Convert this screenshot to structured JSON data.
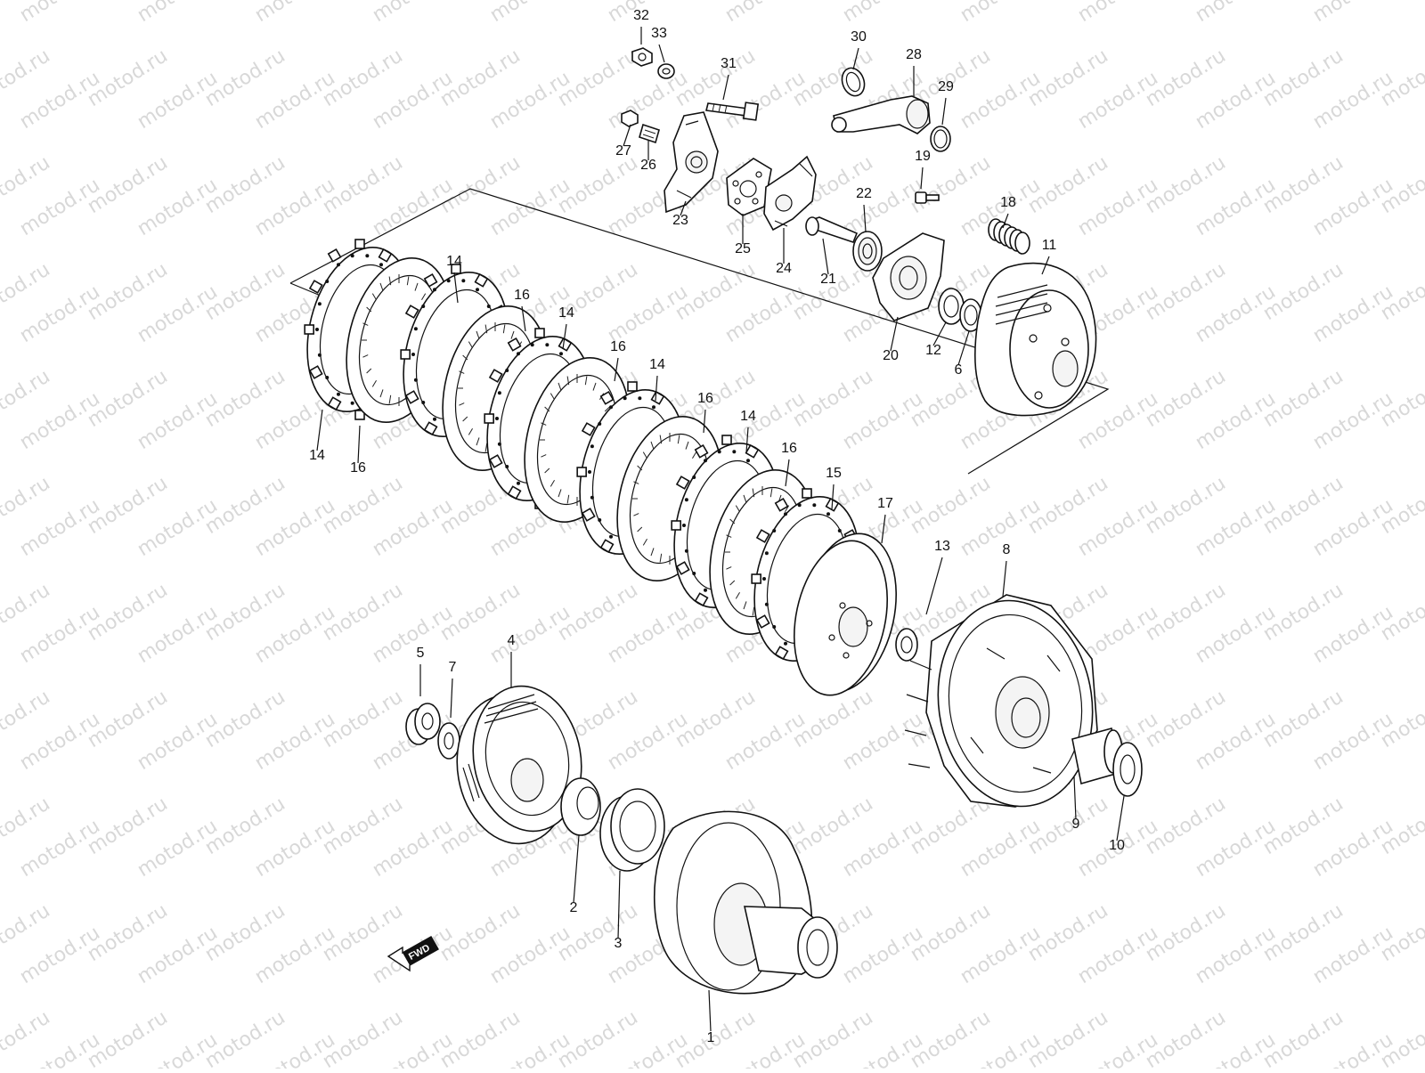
{
  "watermark": "motod.ru",
  "fwd_label": "FWD",
  "callouts": [
    "1",
    "2",
    "3",
    "4",
    "5",
    "6",
    "7",
    "8",
    "9",
    "10",
    "11",
    "12",
    "13",
    "14",
    "15",
    "16",
    "17",
    "18",
    "19",
    "20",
    "21",
    "22",
    "23",
    "24",
    "25",
    "26",
    "27",
    "28",
    "29",
    "30",
    "31",
    "32",
    "33"
  ],
  "colors": {
    "line": "#111111",
    "watermark": "#d8d8d8",
    "background": "#ffffff"
  }
}
